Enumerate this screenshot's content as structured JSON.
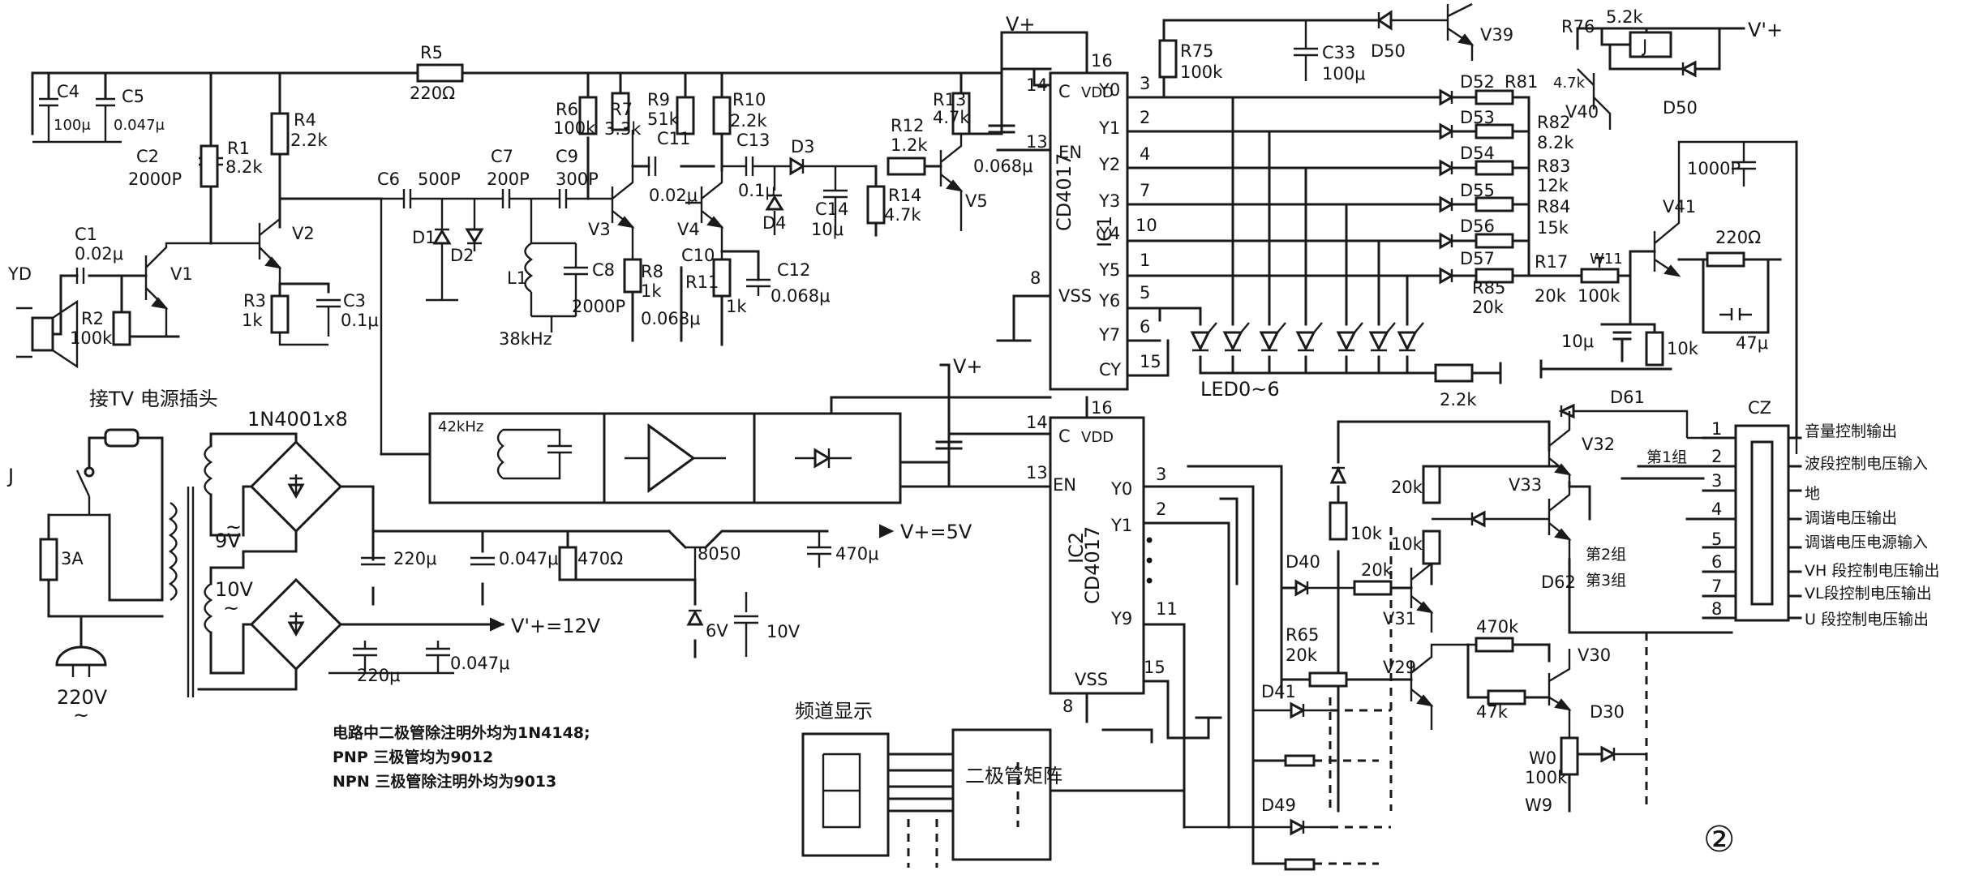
{
  "figure_number": "②",
  "power_plug_label": "接TV 电源插头",
  "rectifier_diodes": "1N4001x8",
  "mains_voltage": "220V",
  "mains_symbol": "~",
  "fuse_label": "3A",
  "relay_switch_label": "J",
  "transformer_out1": "9V",
  "transformer_out2": "10V",
  "ac_symbol": "~",
  "supply": {
    "reg_transistor": "8050",
    "zener": "6V",
    "v5": "V+=5V",
    "v12": "V'+=12V",
    "c_in": "220μ",
    "c_in2": "0.047μ",
    "r_bias": "470Ω",
    "c_out": "470μ",
    "c_z": "10V",
    "c_12a": "220μ",
    "c_12b": "0.047μ"
  },
  "notes": [
    "电路中二极管除注明外均为1N4148;",
    "PNP 三极管均为9012",
    "NPN 三极管除注明外均为9013"
  ],
  "receiver": {
    "mic": "YD",
    "C1": "C1",
    "C1v": "0.02μ",
    "R2": "R2",
    "R2v": "100k",
    "V1": "V1",
    "C2": "C2",
    "C2v": "2000P",
    "C4": "C4",
    "C4v": "100μ",
    "C5": "C5",
    "C5v": "0.047μ",
    "R1": "R1",
    "R1v": "8.2k",
    "R5": "R5",
    "R5v": "220Ω",
    "R4": "R4",
    "R4v": "2.2k",
    "V2": "V2",
    "R3": "R3",
    "R3v": "1k",
    "C3": "C3",
    "C3v": "0.1μ",
    "C6": "C6",
    "C6v": "500P",
    "C7": "C7",
    "C7v": "200P",
    "D1": "D1",
    "D2": "D2",
    "L1": "L1",
    "C8": "C8",
    "C8v": "2000P",
    "freq": "38kHz",
    "C9": "C9",
    "C9v": "300P",
    "R6": "R6",
    "R6v": "100k",
    "R7": "R7",
    "R7v": "3.3k",
    "V3": "V3",
    "R9": "R9",
    "R9v": "51k",
    "C11": "C11",
    "C11v": "0.02μ",
    "R8": "R8",
    "R8v": "1k",
    "C10": "C10",
    "C10v": "0.068μ",
    "R10": "R10",
    "R10v": "2.2k",
    "V4": "V4",
    "R11": "R11",
    "R11v": "1k",
    "C12": "C12",
    "C12v": "0.068μ",
    "C13": "C13",
    "C13v": "0.1μ",
    "D3": "D3",
    "D4": "D4",
    "C14": "C14",
    "C14v": "10μ",
    "R14": "R14",
    "R14v": "4.7k",
    "R12": "R12",
    "R12v": "1.2k",
    "R13": "R13",
    "R13v": "4.7k",
    "V5": "V5",
    "C_en": "0.068μ",
    "vplus": "V+"
  },
  "ic1": {
    "name": "IC1",
    "part": "CD4017",
    "vdd": "VDD",
    "vss": "VSS",
    "pins_left": [
      {
        "n": "14",
        "l": "C"
      },
      {
        "n": "13",
        "l": "EN"
      },
      {
        "n": "8",
        "l": "VSS"
      }
    ],
    "pin16": "16",
    "pins_right": [
      {
        "n": "3",
        "l": "Y0"
      },
      {
        "n": "2",
        "l": "Y1"
      },
      {
        "n": "4",
        "l": "Y2"
      },
      {
        "n": "7",
        "l": "Y3"
      },
      {
        "n": "10",
        "l": "Y4"
      },
      {
        "n": "1",
        "l": "Y5"
      },
      {
        "n": "5",
        "l": "Y6"
      },
      {
        "n": "6",
        "l": "Y7"
      },
      {
        "n": "15",
        "l": "CY"
      }
    ]
  },
  "ic2": {
    "name": "IC2",
    "part": "CD4017",
    "vdd": "VDD",
    "vss": "VSS",
    "pin16": "16",
    "pins_left": [
      {
        "n": "14",
        "l": "C"
      },
      {
        "n": "13",
        "l": "EN"
      }
    ],
    "pins_right": [
      {
        "n": "3",
        "l": "Y0"
      },
      {
        "n": "2",
        "l": "Y1"
      },
      {
        "n": "11",
        "l": "Y9"
      },
      {
        "n": "15",
        "l": ""
      }
    ],
    "pin8": "8",
    "dots": "•"
  },
  "blocks": {
    "filter": "42kHz",
    "vplus": "V+"
  },
  "led_label": "LED0~6",
  "r_led": "2.2k",
  "top_right": {
    "R75": "R75",
    "R75v": "100k",
    "C33": "C33",
    "C33v": "100μ",
    "D50a": "D50",
    "V39": "V39",
    "R76": "R76",
    "R76v": "5.2k",
    "relay": "J",
    "vplus": "V'+",
    "V40": "V40",
    "D50b": "D50"
  },
  "mute_res": [
    {
      "d": "D52",
      "r": "R81",
      "v": "4.7k"
    },
    {
      "d": "D53",
      "r": "R82",
      "v": "8.2k"
    },
    {
      "d": "D54",
      "r": "R83",
      "v": "12k"
    },
    {
      "d": "D55",
      "r": "R84",
      "v": "15k"
    },
    {
      "d": "D56",
      "r": "R85",
      "v": "20k"
    },
    {
      "d": "D57",
      "r": "R17",
      "v": "20k"
    }
  ],
  "volume": {
    "W11": "W11",
    "W11v": "100k",
    "V41": "V41",
    "c_top": "1000P",
    "r": "220Ω",
    "c_el": "10μ",
    "r2": "10k",
    "c_out": "47μ"
  },
  "lower_right": {
    "D61": "D61",
    "V32": "V32",
    "V33": "V33",
    "r20k_a": "20k",
    "r10k_a": "10k",
    "r10k_b": "10k",
    "D40": "D40",
    "r20k_b": "20k",
    "V31": "V31",
    "D62": "D62",
    "R65": "R65",
    "R65v": "20k",
    "V29": "V29",
    "r470k": "470k",
    "V30": "V30",
    "r47k": "47k",
    "D41": "D41",
    "D30": "D30",
    "W0": "W0",
    "W0v": "100k",
    "W9": "W9",
    "D49": "D49"
  },
  "cz": {
    "name": "CZ",
    "pins": [
      {
        "n": "1",
        "l": "音量控制输出"
      },
      {
        "n": "2",
        "l": "波段控制电压输入"
      },
      {
        "n": "3",
        "l": "地"
      },
      {
        "n": "4",
        "l": "调谐电压输出"
      },
      {
        "n": "5",
        "l": "调谐电压电源输入"
      },
      {
        "n": "6",
        "l": "VH 段控制电压输出"
      },
      {
        "n": "7",
        "l": "VL段控制电压输出"
      },
      {
        "n": "8",
        "l": "U 段控制电压输出"
      }
    ],
    "groups": [
      "第1组",
      "第2组",
      "第3组"
    ]
  },
  "display": {
    "label": "频道显示",
    "matrix": "二极管矩阵"
  }
}
